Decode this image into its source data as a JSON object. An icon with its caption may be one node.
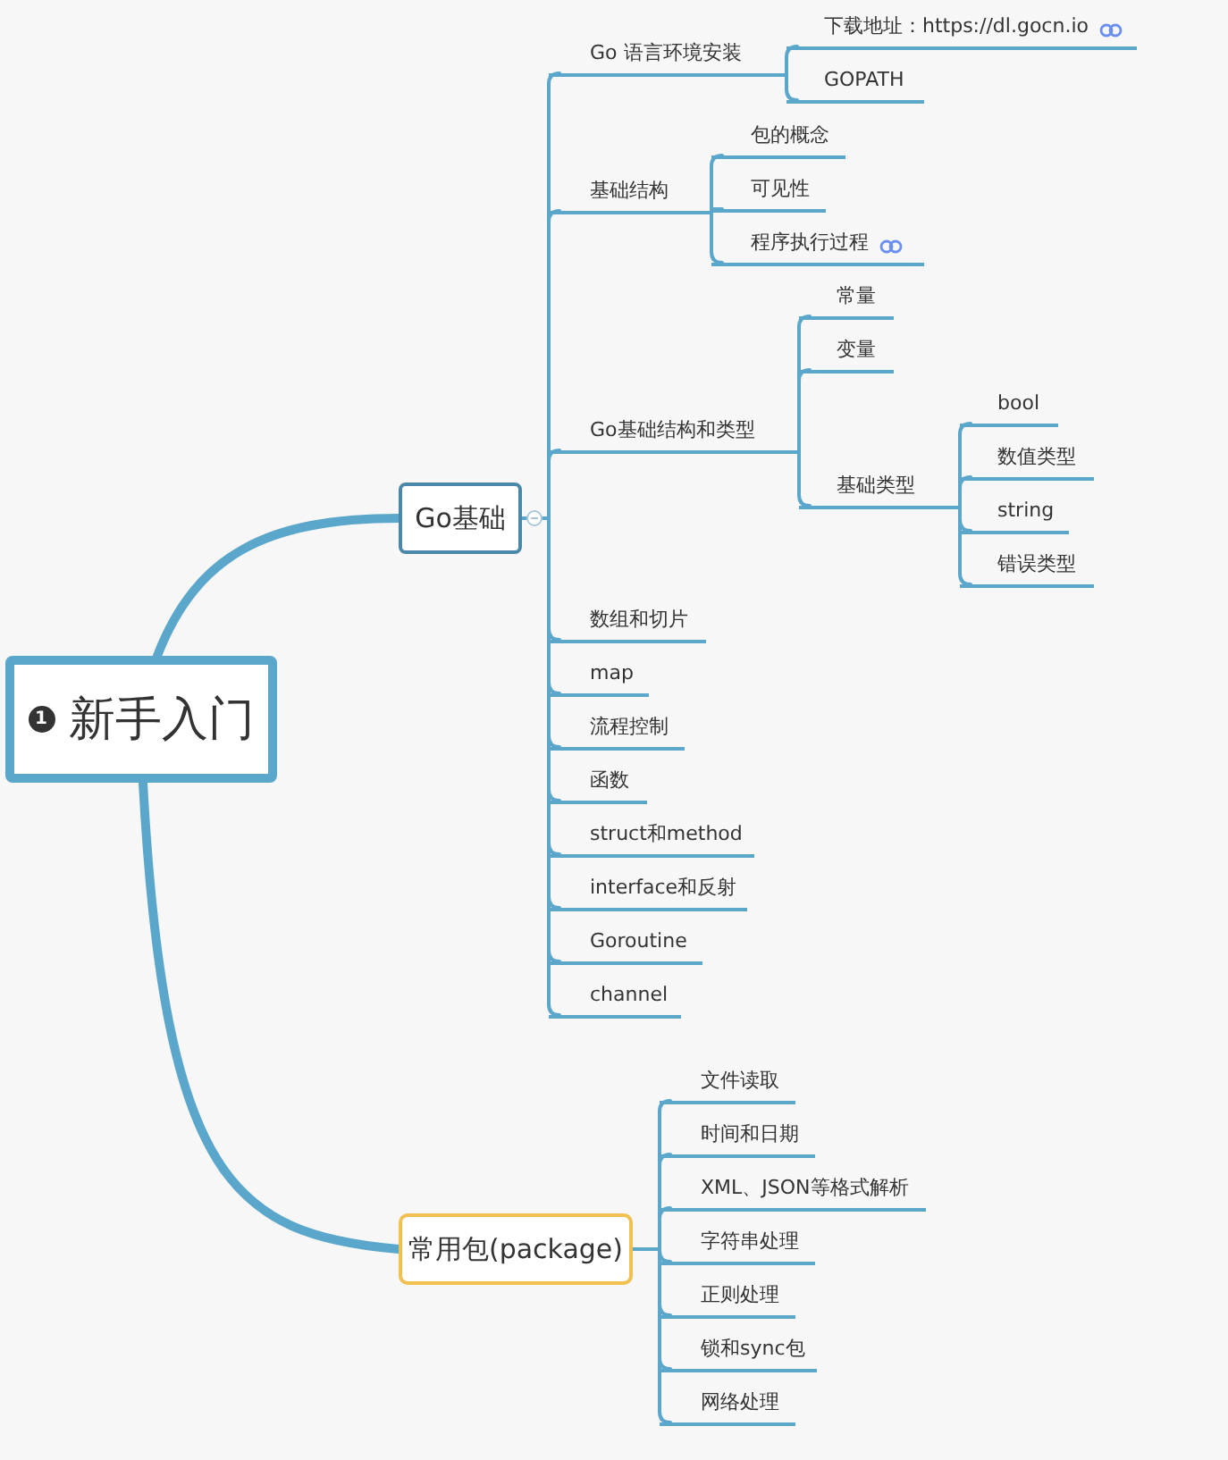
{
  "diagram": {
    "nodes": [
      {
        "text": [
          "新手入门"
        ]
      },
      {
        "text": [
          "Go基础"
        ]
      },
      {
        "text": [
          "Go 语言环境安装"
        ]
      },
      {
        "text": [
          "下载地址：https://dl.gocn.io"
        ]
      },
      {
        "text": [
          "GOPATH"
        ]
      },
      {
        "text": [
          "基础结构"
        ]
      },
      {
        "text": [
          "包的概念"
        ]
      },
      {
        "text": [
          "可见性"
        ]
      },
      {
        "text": [
          "程序执行过程"
        ]
      },
      {
        "text": [
          "Go基础结构和类型"
        ]
      },
      {
        "text": [
          "常量"
        ]
      },
      {
        "text": [
          "变量"
        ]
      },
      {
        "text": [
          "基础类型"
        ]
      },
      {
        "text": [
          "bool"
        ]
      },
      {
        "text": [
          "数值类型"
        ]
      },
      {
        "text": [
          "string"
        ]
      },
      {
        "text": [
          "错误类型"
        ]
      },
      {
        "text": [
          "数组和切片"
        ]
      },
      {
        "text": [
          "map"
        ]
      },
      {
        "text": [
          "流程控制"
        ]
      },
      {
        "text": [
          "函数"
        ]
      },
      {
        "text": [
          "struct和method"
        ]
      },
      {
        "text": [
          "interface和反射"
        ]
      },
      {
        "text": [
          "Goroutine"
        ]
      },
      {
        "text": [
          "channel"
        ]
      },
      {
        "text": [
          "常用包(package)"
        ]
      },
      {
        "text": [
          "文件读取"
        ]
      },
      {
        "text": [
          "时间和日期"
        ]
      },
      {
        "text": [
          "XML、JSON等格式解析"
        ]
      },
      {
        "text": [
          "字符串处理"
        ]
      },
      {
        "text": [
          "正则处理"
        ]
      },
      {
        "text": [
          "锁和sync包"
        ]
      },
      {
        "text": [
          "网络处理"
        ]
      }
    ],
    "edges": [
      {
        "from": 0,
        "to": 1,
        "arrow": "none",
        "style": "thick"
      },
      {
        "from": 0,
        "to": 25,
        "arrow": "none",
        "style": "thick"
      },
      {
        "from": 1,
        "to": 2,
        "arrow": "none"
      },
      {
        "from": 1,
        "to": 5,
        "arrow": "none"
      },
      {
        "from": 1,
        "to": 9,
        "arrow": "none"
      },
      {
        "from": 1,
        "to": 17,
        "arrow": "none"
      },
      {
        "from": 1,
        "to": 18,
        "arrow": "none"
      },
      {
        "from": 1,
        "to": 19,
        "arrow": "none"
      },
      {
        "from": 1,
        "to": 20,
        "arrow": "none"
      },
      {
        "from": 1,
        "to": 21,
        "arrow": "none"
      },
      {
        "from": 1,
        "to": 22,
        "arrow": "none"
      },
      {
        "from": 1,
        "to": 23,
        "arrow": "none"
      },
      {
        "from": 1,
        "to": 24,
        "arrow": "none"
      },
      {
        "from": 2,
        "to": 3,
        "arrow": "none"
      },
      {
        "from": 2,
        "to": 4,
        "arrow": "none"
      },
      {
        "from": 5,
        "to": 6,
        "arrow": "none"
      },
      {
        "from": 5,
        "to": 7,
        "arrow": "none"
      },
      {
        "from": 5,
        "to": 8,
        "arrow": "none"
      },
      {
        "from": 9,
        "to": 10,
        "arrow": "none"
      },
      {
        "from": 9,
        "to": 11,
        "arrow": "none"
      },
      {
        "from": 9,
        "to": 12,
        "arrow": "none"
      },
      {
        "from": 12,
        "to": 13,
        "arrow": "none"
      },
      {
        "from": 12,
        "to": 14,
        "arrow": "none"
      },
      {
        "from": 12,
        "to": 15,
        "arrow": "none"
      },
      {
        "from": 12,
        "to": 16,
        "arrow": "none"
      },
      {
        "from": 25,
        "to": 26,
        "arrow": "none"
      },
      {
        "from": 25,
        "to": 27,
        "arrow": "none"
      },
      {
        "from": 25,
        "to": 28,
        "arrow": "none"
      },
      {
        "from": 25,
        "to": 29,
        "arrow": "none"
      },
      {
        "from": 25,
        "to": 30,
        "arrow": "none"
      },
      {
        "from": 25,
        "to": 31,
        "arrow": "none"
      },
      {
        "from": 25,
        "to": 32,
        "arrow": "none"
      }
    ],
    "labels": [
      "1"
    ]
  }
}
